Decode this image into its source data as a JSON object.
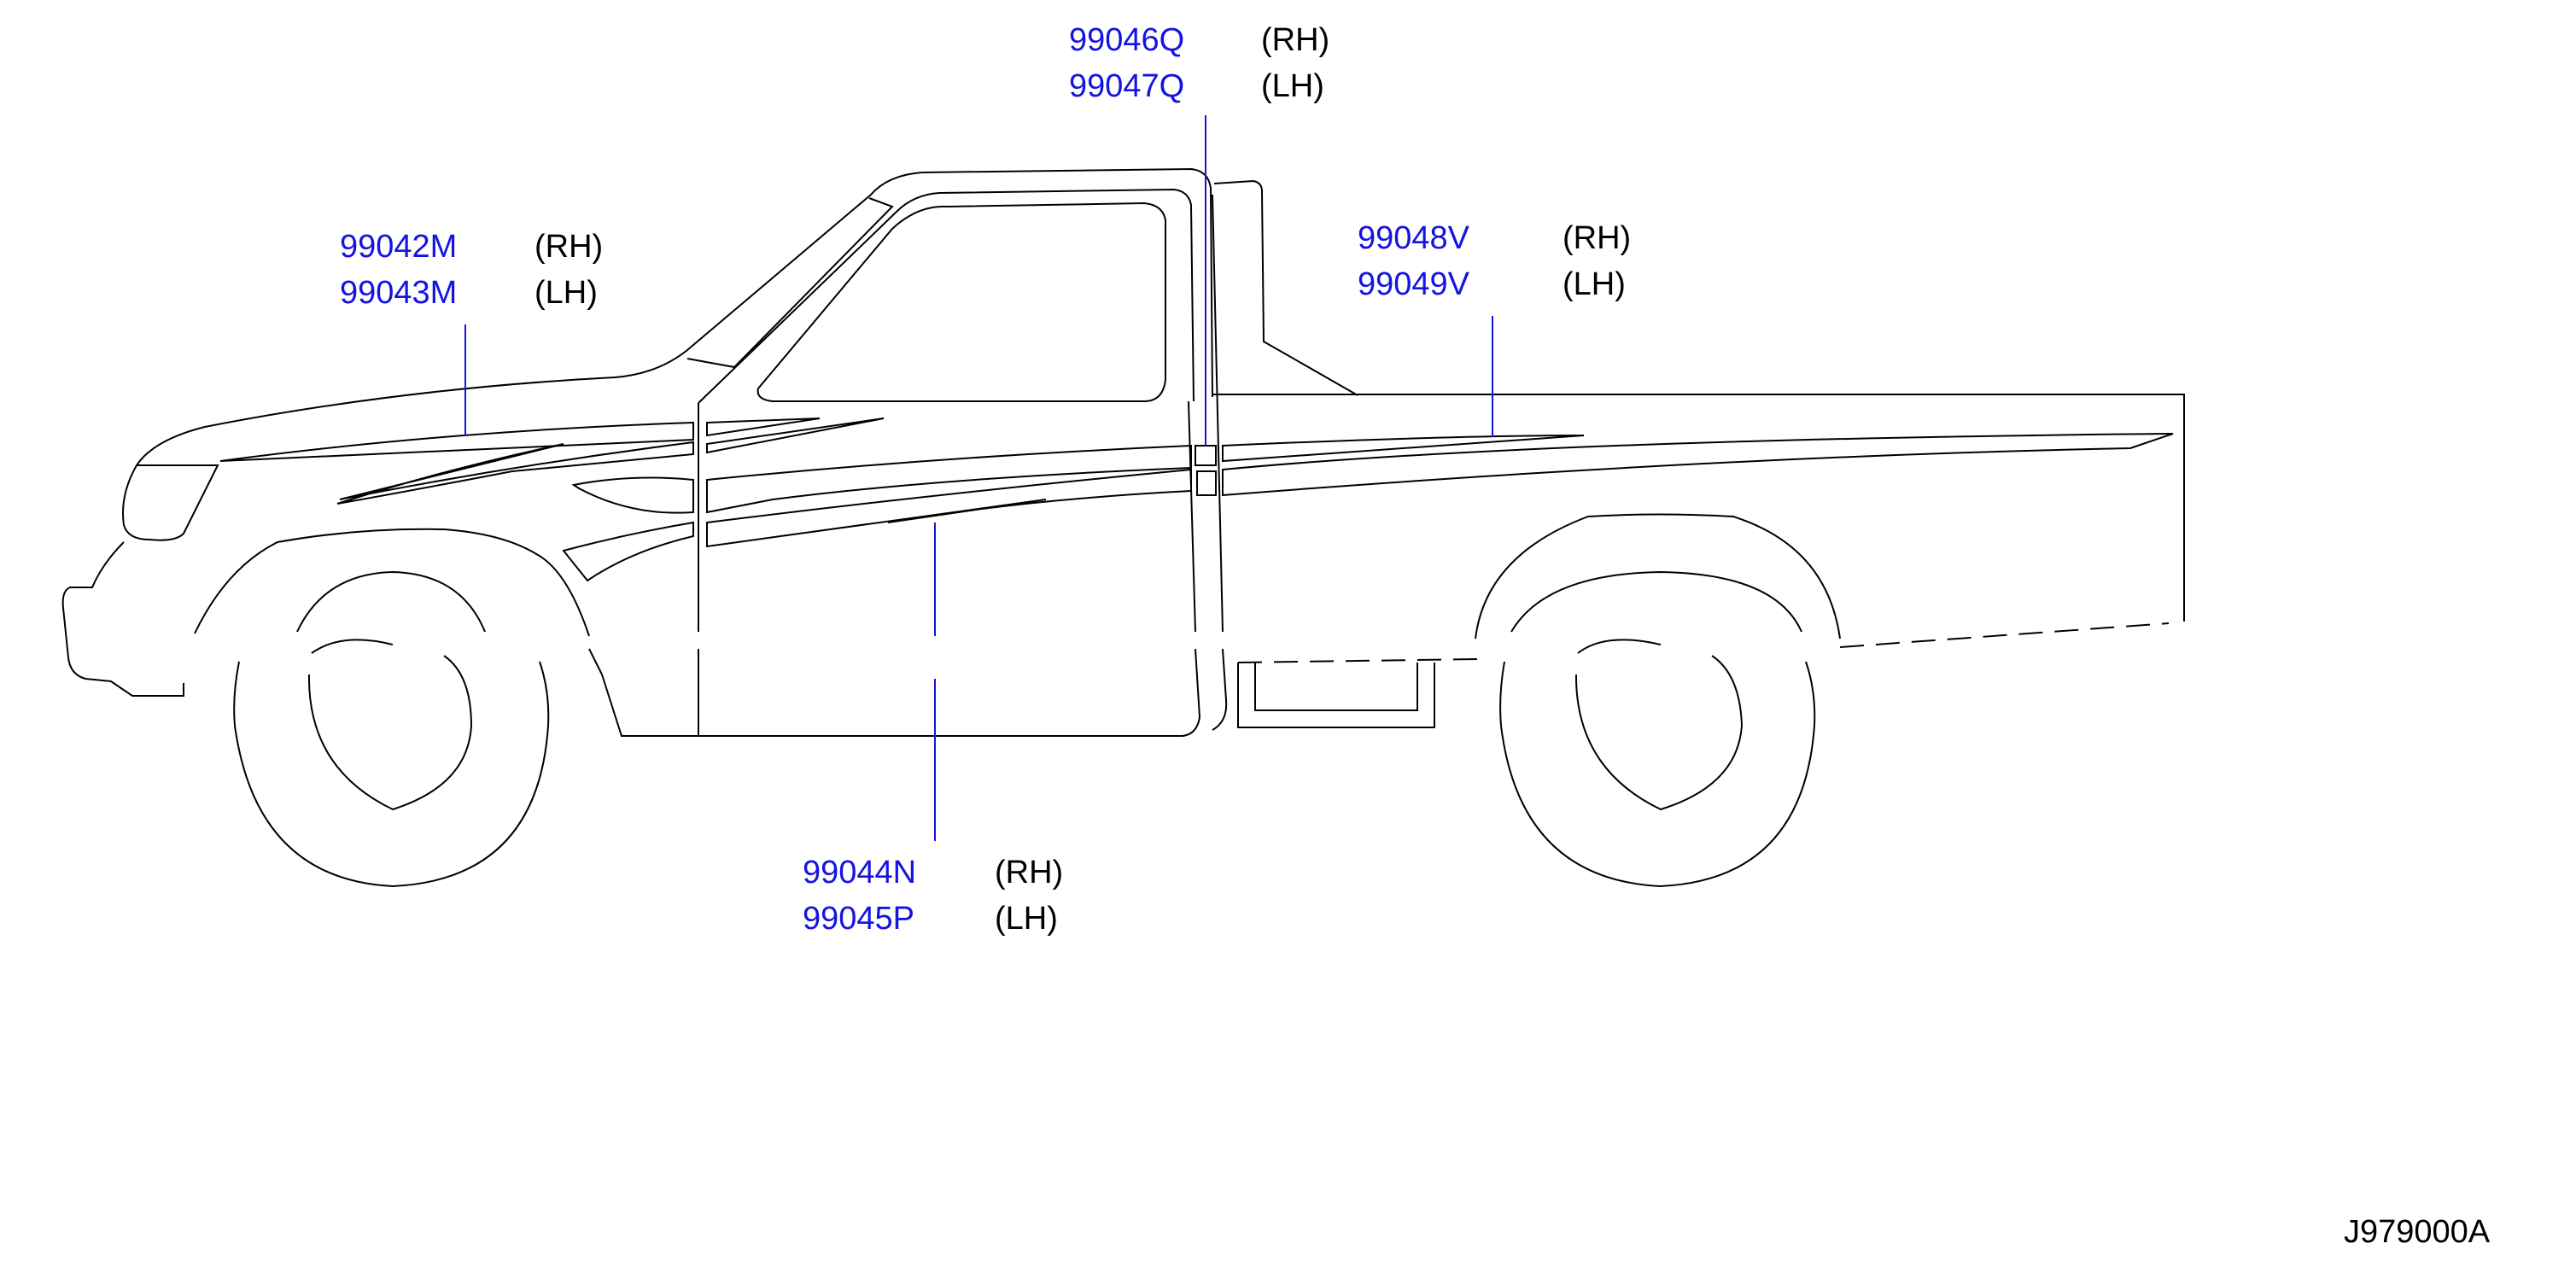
{
  "colors": {
    "part_number": "#1414e0",
    "line": "#000000",
    "leader": "#1414e0",
    "background": "#ffffff"
  },
  "callouts": {
    "rear_stripe": {
      "rh_part": "99046Q",
      "rh_side": "(RH)",
      "lh_part": "99047Q",
      "lh_side": "(LH)"
    },
    "fender_stripe": {
      "rh_part": "99042M",
      "rh_side": "(RH)",
      "lh_part": "99043M",
      "lh_side": "(LH)"
    },
    "bed_stripe": {
      "rh_part": "99048V",
      "rh_side": "(RH)",
      "lh_part": "99049V",
      "lh_side": "(LH)"
    },
    "door_stripe": {
      "rh_part": "99044N",
      "rh_side": "(RH)",
      "lh_part": "99045P",
      "lh_side": "(LH)"
    }
  },
  "diagram_id": "J979000A"
}
